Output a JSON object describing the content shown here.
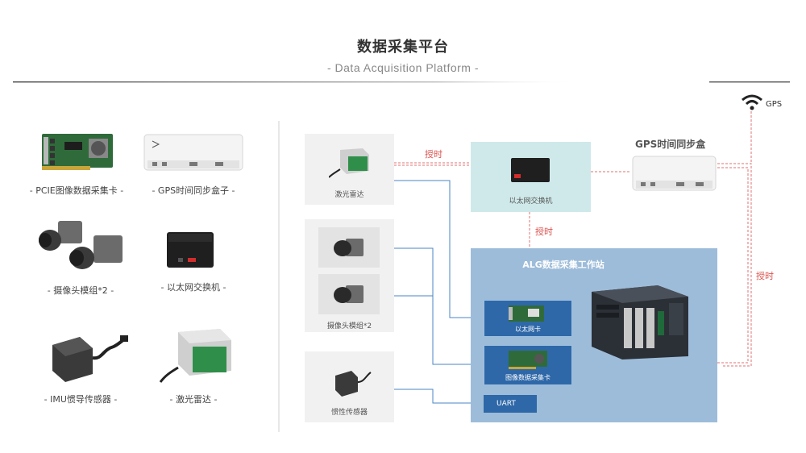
{
  "header": {
    "title": "数据采集平台",
    "subtitle": "- Data Acquisition Platform -"
  },
  "products": [
    {
      "caption": "- PCIE图像数据采集卡 -",
      "icon": "pcie-card-icon"
    },
    {
      "caption": "- GPS时间同步盒子 -",
      "icon": "gps-box-icon"
    },
    {
      "caption": "- 摄像头模组*2 -",
      "icon": "camera-module-icon"
    },
    {
      "caption": "- 以太网交换机 -",
      "icon": "ethernet-switch-icon"
    },
    {
      "caption": "- IMU惯导传感器 -",
      "icon": "imu-sensor-icon"
    },
    {
      "caption": "- 激光雷达 -",
      "icon": "lidar-icon"
    }
  ],
  "diagram": {
    "gps_label": "GPS",
    "gps_sync_title": "GPS时间同步盒",
    "lidar_label": "激光雷达",
    "camera_label": "摄像头模组*2",
    "imu_label": "惯性传感器",
    "switch_label": "以太网交换机",
    "timing_labels": [
      "授时",
      "授时",
      "授时"
    ],
    "workstation_title": "ALG数据采集工作站",
    "card1_label": "以太网卡",
    "card2_label": "图像数据采集卡",
    "uart_label": "UART"
  },
  "colors": {
    "timing_line": "#e07070",
    "data_line": "#4a86c5",
    "workstation_bg": "#9dbcd9",
    "switch_bg": "#cfe9ea",
    "card_bg": "#2e68a8"
  }
}
